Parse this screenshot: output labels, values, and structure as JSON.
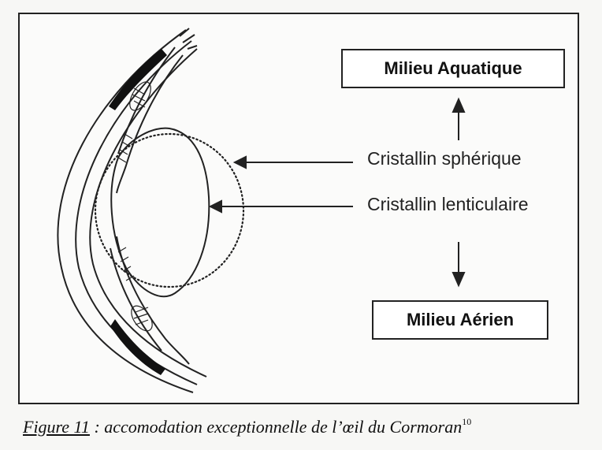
{
  "boxes": {
    "top": "Milieu Aquatique",
    "bottom": "Milieu Aérien"
  },
  "labels": {
    "spherical_lens": "Cristallin sphérique",
    "lenticular_lens": "Cristallin lenticulaire"
  },
  "caption": {
    "figure_ref": "Figure 11",
    "text": " : accomodation exceptionnelle de l’œil du Cormoran",
    "footnote": "10"
  },
  "colors": {
    "line": "#222222",
    "background": "#fbfbfa"
  }
}
